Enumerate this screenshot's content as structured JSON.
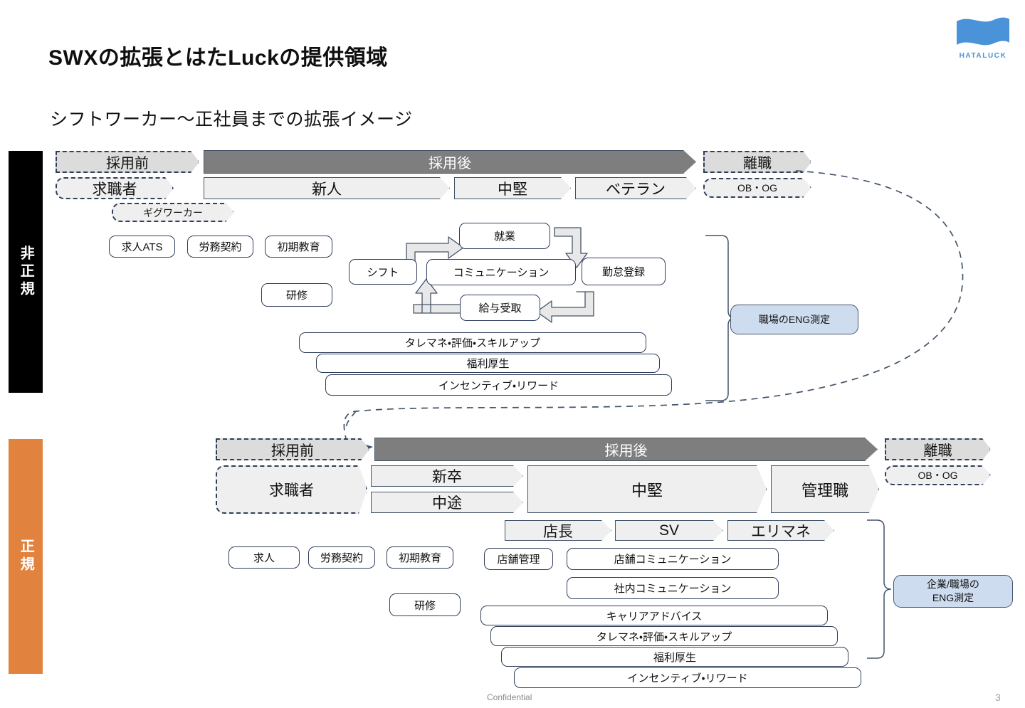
{
  "slide": {
    "title": "SWXの拡張とはたLuckの提供領域",
    "subtitle": "シフトワーカー〜正社員までの拡張イメージ",
    "footer_confidential": "Confidential",
    "page_number": "3"
  },
  "logo": {
    "name": "hataluck-logo",
    "text": "HATALUCK",
    "color": "#4a93d9"
  },
  "colors": {
    "nonregular_bar": "#000000",
    "regular_bar": "#E2823F",
    "stage_grey": "#7E7E7E",
    "chevron_fill": "#EFEFEF",
    "dashed_grey_fill": "#DCDCDC",
    "box_border": "#2F3E5B",
    "eng_fill": "#CDDCEF"
  },
  "nonregular": {
    "side_label": "非正規",
    "pre_hire": "採用前",
    "post_hire": "採用後",
    "leave": "離職",
    "job_seeker": "求職者",
    "gig_worker": "ギグワーカー",
    "ob_og": "OB・OG",
    "stages": [
      "新人",
      "中堅",
      "ベテラン"
    ],
    "left_boxes": [
      "求人ATS",
      "労務契約",
      "初期教育"
    ],
    "training": "研修",
    "cycle": {
      "shift": "シフト",
      "work": "就業",
      "communication": "コミュニケーション",
      "attendance": "勤怠登録",
      "payroll": "給与受取"
    },
    "bars": [
      "タレマネ・評価・スキルアップ",
      "福利厚生",
      "インセンティブ・リワード"
    ],
    "eng_box": "職場のENG測定"
  },
  "regular": {
    "side_label": "正規",
    "pre_hire": "採用前",
    "post_hire": "採用後",
    "leave": "離職",
    "job_seeker": "求職者",
    "ob_og": "OB・OG",
    "entry_stages": [
      "新卒",
      "中途"
    ],
    "stages": [
      "中堅",
      "管理職"
    ],
    "role_stages": [
      "店長",
      "SV",
      "エリマネ"
    ],
    "left_boxes": [
      "求人",
      "労務契約",
      "初期教育"
    ],
    "training": "研修",
    "store_mgmt": "店舗管理",
    "store_comm": "店舗コミュニケーション",
    "internal_comm": "社内コミュニケーション",
    "bars": [
      "キャリアアドバイス",
      "タレマネ・評価・スキルアップ",
      "福利厚生",
      "インセンティブ・リワード"
    ],
    "eng_box_line1": "企業/職場の",
    "eng_box_line2": "ENG測定"
  }
}
